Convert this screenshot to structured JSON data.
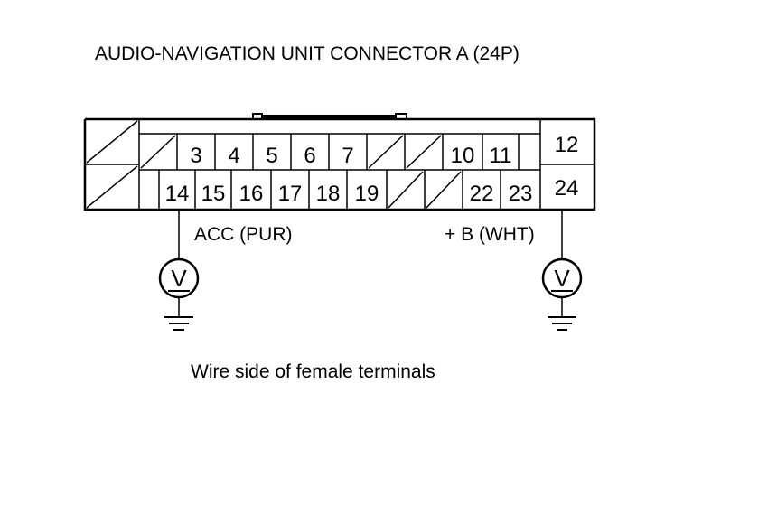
{
  "title": "AUDIO-NAVIGATION UNIT CONNECTOR A (24P)",
  "connector": {
    "top_row": [
      "",
      "",
      "3",
      "4",
      "5",
      "6",
      "7",
      "",
      "",
      "10",
      "11",
      "12"
    ],
    "bottom_row": [
      "",
      "",
      "14",
      "15",
      "16",
      "17",
      "18",
      "19",
      "",
      "",
      "22",
      "23",
      "24"
    ]
  },
  "probes": [
    {
      "terminal": "14",
      "label": "ACC (PUR)",
      "icon": "voltmeter-icon"
    },
    {
      "terminal": "24",
      "label": "+ B (WHT)",
      "icon": "voltmeter-icon"
    }
  ],
  "voltmeter_symbol": "V",
  "caption": "Wire side of female terminals"
}
